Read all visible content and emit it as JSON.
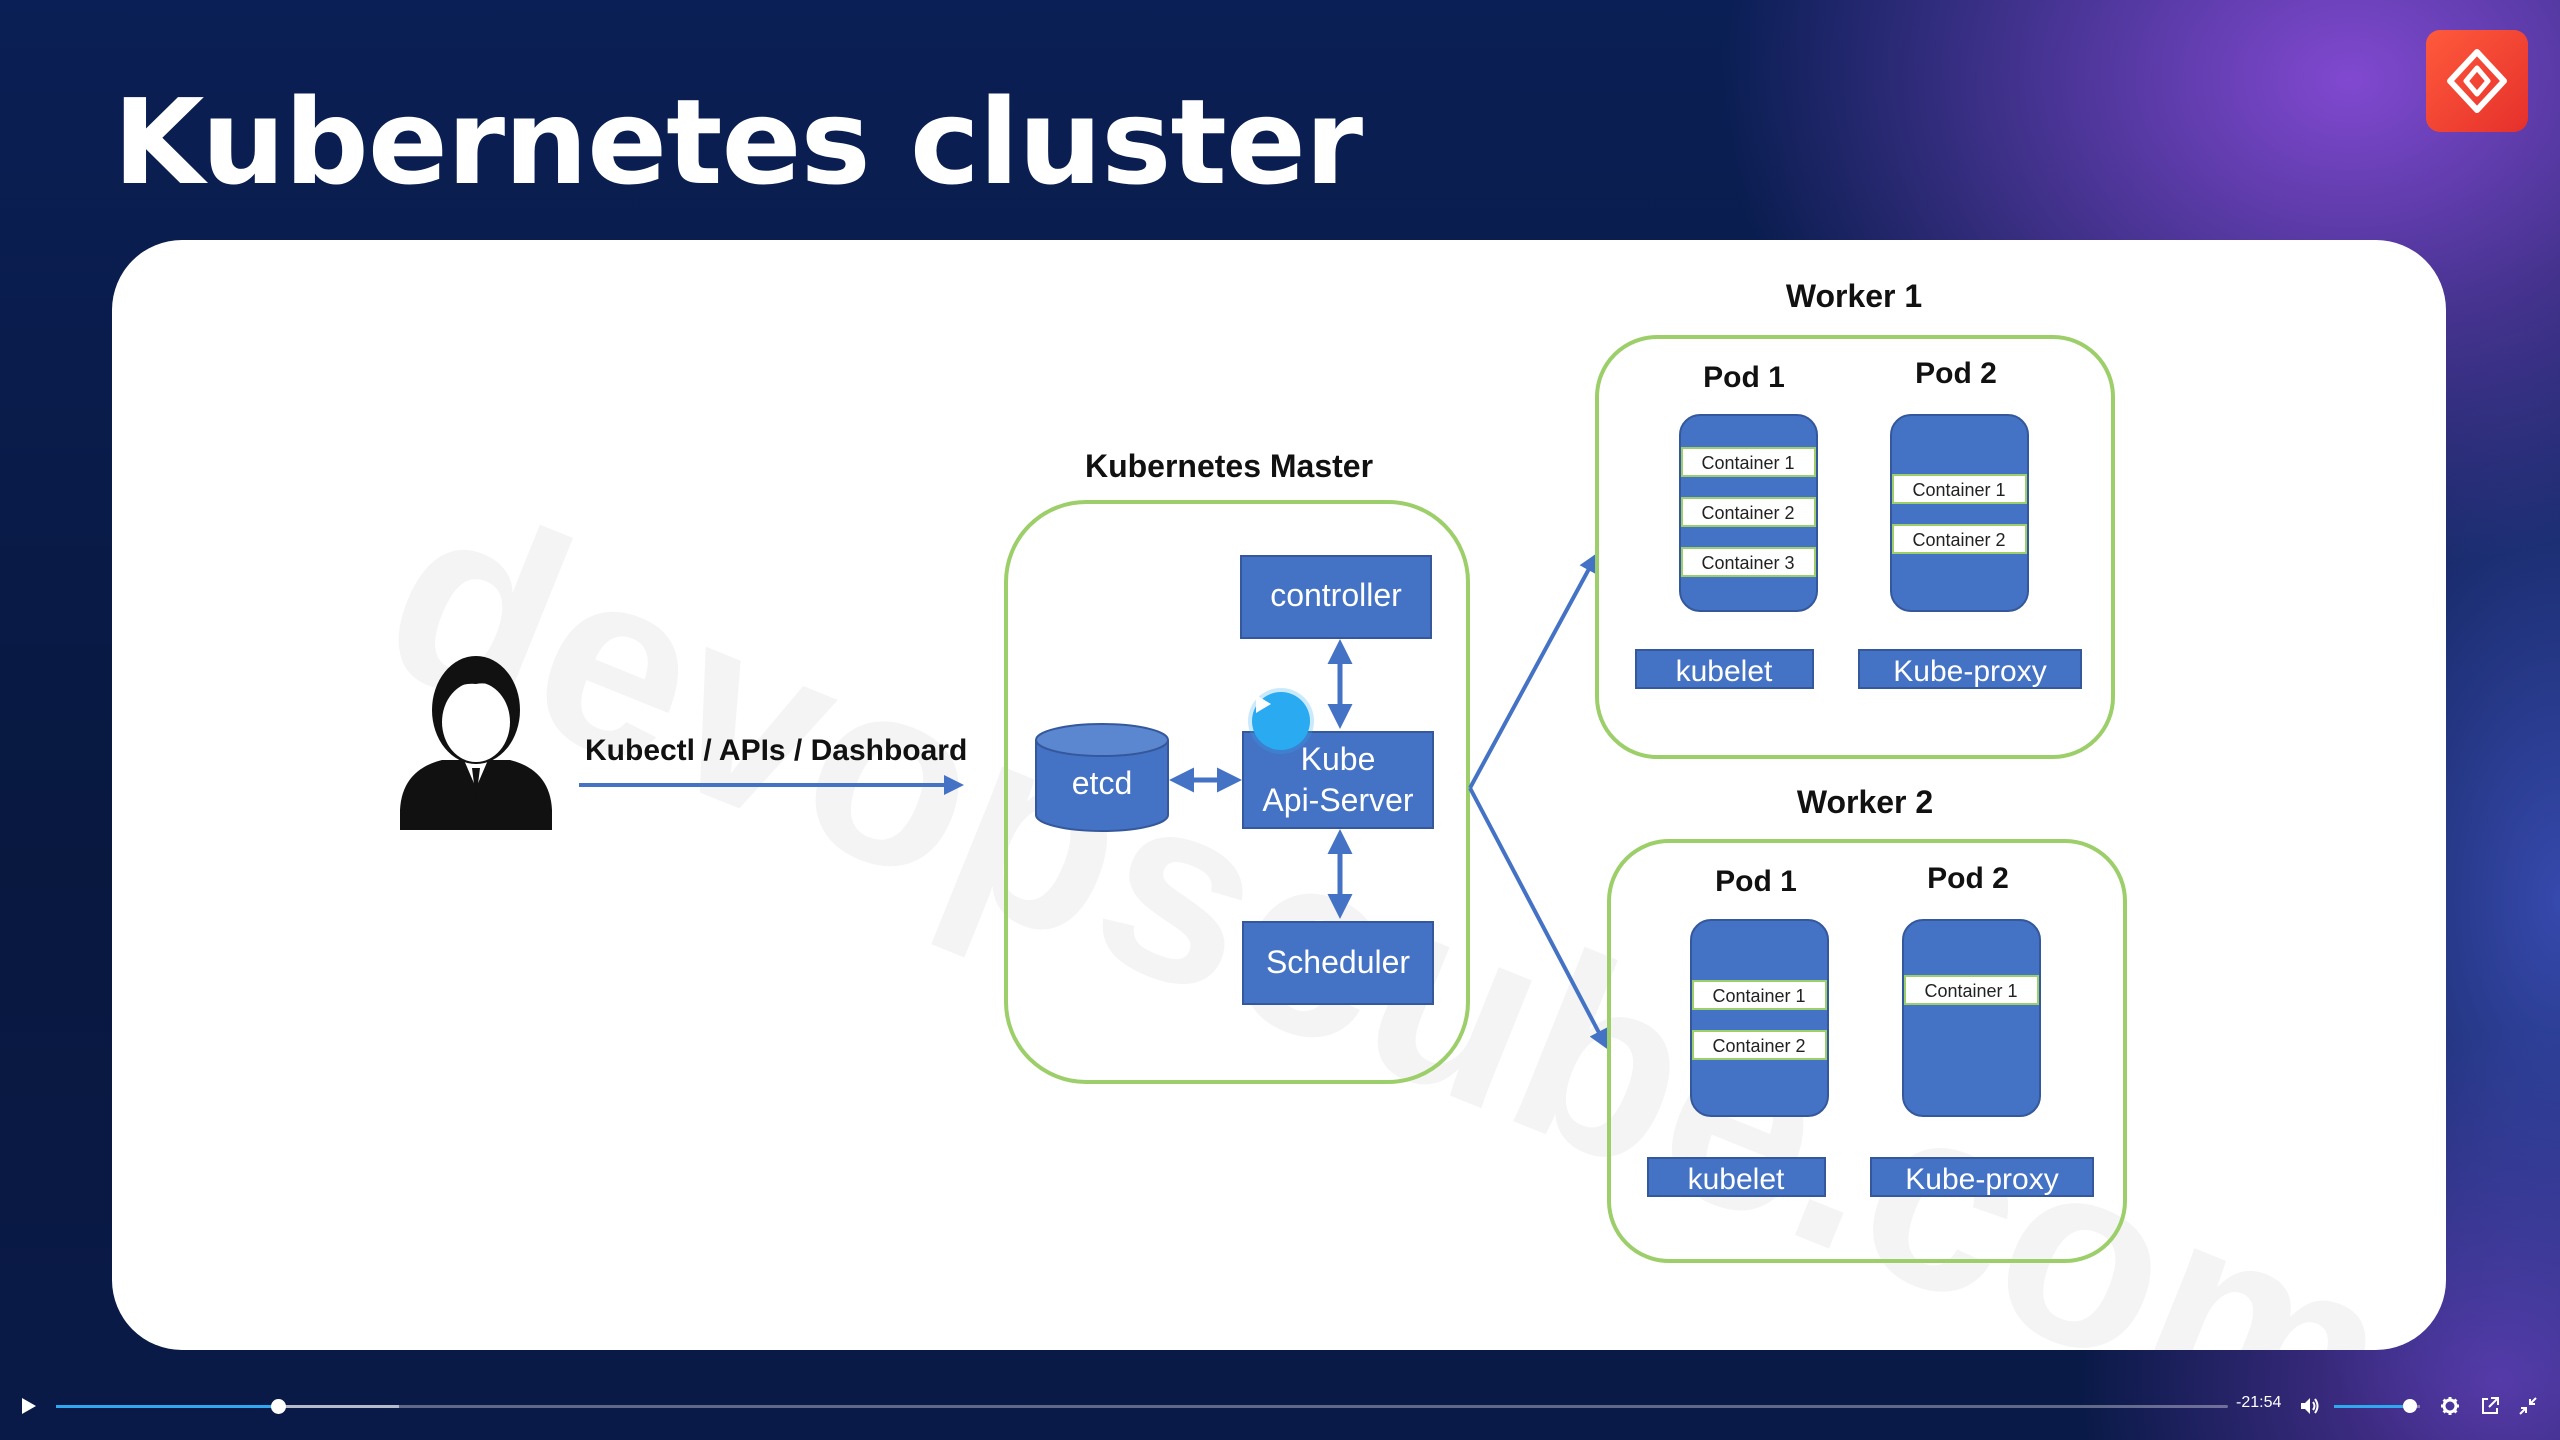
{
  "slide": {
    "title": "Kubernetes cluster",
    "brand_icon": "diamond-logo-icon",
    "brand_color": "#f23b2e"
  },
  "diagram": {
    "user_icon": "person-icon",
    "user_link_label": "Kubectl / APIs / Dashboard",
    "master": {
      "title": "Kubernetes Master",
      "controller": "controller",
      "api_server_line1": "Kube",
      "api_server_line2": "Api-Server",
      "etcd": "etcd",
      "scheduler": "Scheduler"
    },
    "worker1": {
      "title": "Worker 1",
      "pod1": {
        "title": "Pod 1",
        "containers": [
          "Container 1",
          "Container 2",
          "Container 3"
        ]
      },
      "pod2": {
        "title": "Pod 2",
        "containers": [
          "Container 1",
          "Container 2"
        ]
      },
      "kubelet": "kubelet",
      "kube_proxy": "Kube-proxy"
    },
    "worker2": {
      "title": "Worker 2",
      "pod1": {
        "title": "Pod 1",
        "containers": [
          "Container 1",
          "Container 2"
        ]
      },
      "pod2": {
        "title": "Pod 2",
        "containers": [
          "Container 1"
        ]
      },
      "kubelet": "kubelet",
      "kube_proxy": "Kube-proxy"
    },
    "colors": {
      "box_blue": "#4472c4",
      "outline_green": "#9ccf6a"
    }
  },
  "player": {
    "time_remaining": "-21:54",
    "progress_fraction": 0.102,
    "buffered_fraction": 0.158,
    "volume_fraction": 0.88,
    "accent": "#2fa8ef",
    "icons": {
      "play": "play-icon",
      "volume": "volume-icon",
      "settings": "gear-icon",
      "popout": "popout-icon",
      "exit_fullscreen": "collapse-icon"
    }
  }
}
